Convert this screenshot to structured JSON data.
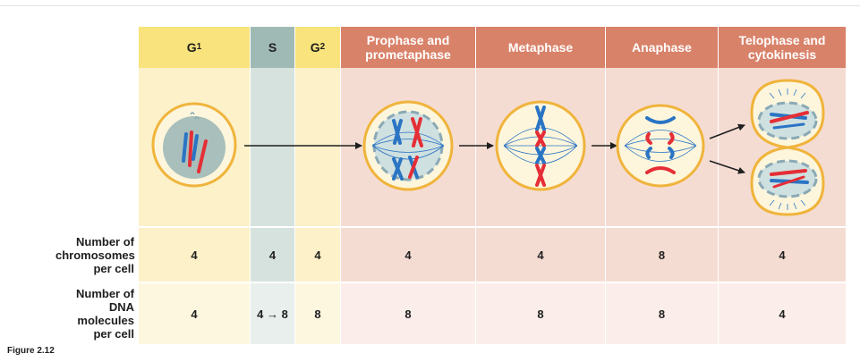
{
  "phases": [
    {
      "key": "g1",
      "label": "G",
      "sub": "1"
    },
    {
      "key": "s",
      "label": "S",
      "sub": ""
    },
    {
      "key": "g2",
      "label": "G",
      "sub": "2"
    },
    {
      "key": "prophase",
      "label": "Prophase and prometaphase",
      "sub": ""
    },
    {
      "key": "metaphase",
      "label": "Metaphase",
      "sub": ""
    },
    {
      "key": "anaphase",
      "label": "Anaphase",
      "sub": ""
    },
    {
      "key": "telophase",
      "label": "Telophase and cytokinesis",
      "sub": ""
    }
  ],
  "rows": {
    "chromosomes": {
      "label": "Number of chromosomes per cell",
      "values": [
        "4",
        "4",
        "4",
        "4",
        "4",
        "8",
        "4"
      ]
    },
    "dna": {
      "label": "Number of DNA molecules per cell",
      "values": [
        "4",
        "4 → 8",
        "8",
        "8",
        "8",
        "8",
        "4"
      ]
    }
  },
  "caption": "Figure 2.12",
  "colors": {
    "interphase_header": "#f8e37c",
    "interphase_body": "#fcf1c8",
    "s_header": "#9fbab5",
    "s_body": "#d6e2dd",
    "mitosis_header": "#d9826a",
    "mitosis_body": "#f5dcd3",
    "chromosome_red": "#e52e36",
    "chromosome_blue": "#2a74c4",
    "cell_outline": "#f0b43c"
  }
}
